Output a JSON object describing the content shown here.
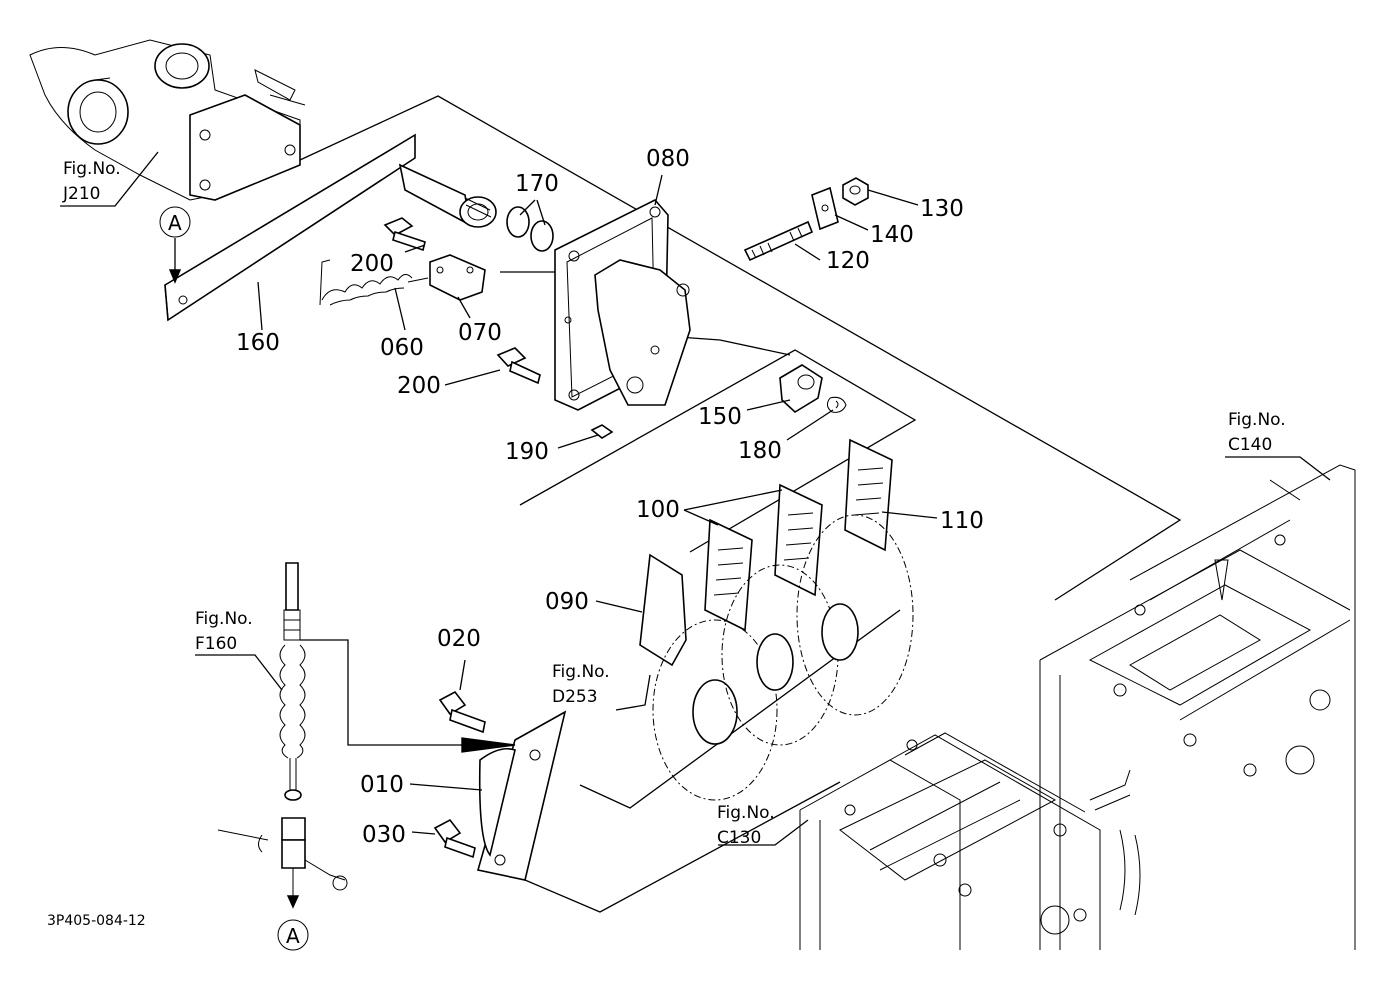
{
  "diagram_code": "3P405-084-12",
  "fig_no_label": "Fig.No.",
  "fig_refs": {
    "j210": "J210",
    "c140": "C140",
    "f160": "F160",
    "d253": "D253",
    "c130": "C130"
  },
  "connector_label": "A",
  "parts": {
    "p010": "010",
    "p020": "020",
    "p030": "030",
    "p060": "060",
    "p070": "070",
    "p080": "080",
    "p090": "090",
    "p100": "100",
    "p110": "110",
    "p120": "120",
    "p130": "130",
    "p140": "140",
    "p150": "150",
    "p160": "160",
    "p170": "170",
    "p180": "180",
    "p190": "190",
    "p200a": "200",
    "p200b": "200"
  }
}
